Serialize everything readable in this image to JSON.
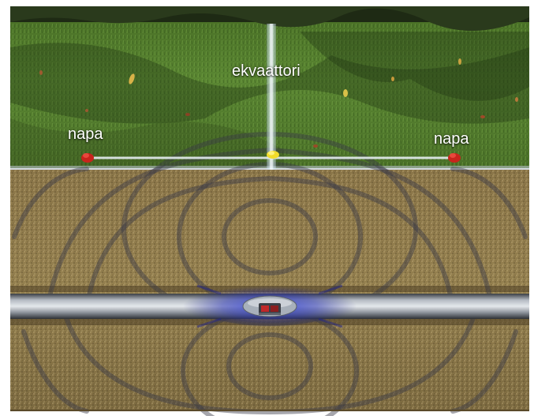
{
  "labels": {
    "equator": "ekvaattori",
    "pole_left": "napa",
    "pole_right": "napa"
  },
  "colors": {
    "grass": "#4f7a2c",
    "grass_dark": "#2e4a1a",
    "soil": "#8f7a4c",
    "soil_dark": "#5e4c2c",
    "equator_line": "#b8d8f2",
    "guide_wire": "#dde8ee",
    "pole_marker": "#c8241c",
    "equator_marker": "#f2dc2a",
    "pipe": "#8e949c",
    "field_glow": "#3340c8",
    "field_lines": "#3c3c46"
  },
  "icons": {
    "pole_marker": "red-flag-icon",
    "equator_marker": "yellow-flag-icon",
    "pig_device": "pipeline-pig-transmitter-icon"
  }
}
